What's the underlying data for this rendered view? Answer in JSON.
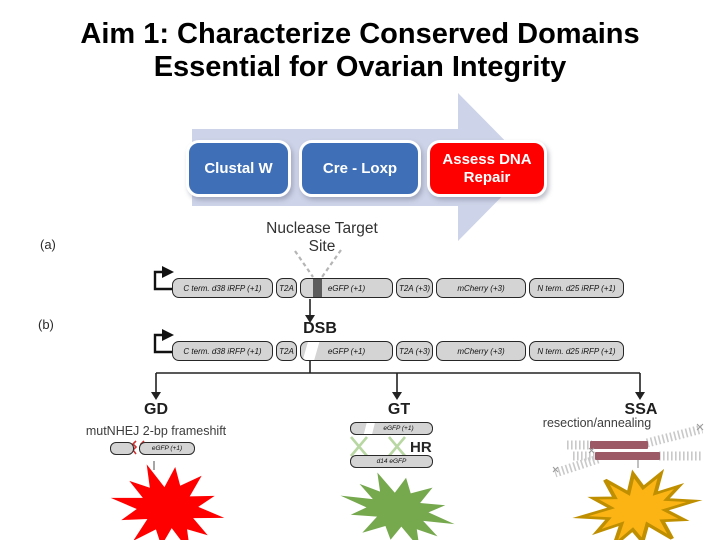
{
  "slide": {
    "title_line1": "Aim 1: Characterize Conserved Domains",
    "title_line2": "Essential for Ovarian Integrity"
  },
  "workflow": {
    "arrow_color": "#cdd3e8",
    "steps": [
      {
        "label": "Clustal W",
        "color": "#3e6fb7"
      },
      {
        "label": "Cre - Loxp",
        "color": "#3e6fb7"
      },
      {
        "label": "Assess DNA Repair",
        "color": "#fe0000"
      }
    ]
  },
  "figure": {
    "panel_a": "(a)",
    "panel_b": "(b)",
    "nuclease_line1": "Nuclease Target",
    "nuclease_line2": "Site",
    "dsb": "DSB",
    "segments": {
      "s1": "C term. d38 iRFP (+1)",
      "s2": "T2A",
      "s3": "eGFP (+1)",
      "s4": "T2A (+3)",
      "s5": "mCherry (+3)",
      "s6": "N term. d25 iRFP (+1)"
    },
    "gd": {
      "label": "GD",
      "caption": "mutNHEJ 2-bp frameshift",
      "segment": "eGFP (+1)",
      "burst_color": "#fe0000"
    },
    "gt": {
      "label": "GT",
      "hr": "HR",
      "top_segment": "eGFP (+1)",
      "bottom_segment": "d14 eGFP",
      "burst_color": "#76a84e",
      "crossover_color": "#b9d7a3"
    },
    "ssa": {
      "label": "SSA",
      "caption": "resection/annealing",
      "homology_color": "#9c5a66",
      "strand_color": "#c9c9c9",
      "burst_fill": "#fcb415",
      "burst_stroke": "#bf8f00"
    }
  }
}
